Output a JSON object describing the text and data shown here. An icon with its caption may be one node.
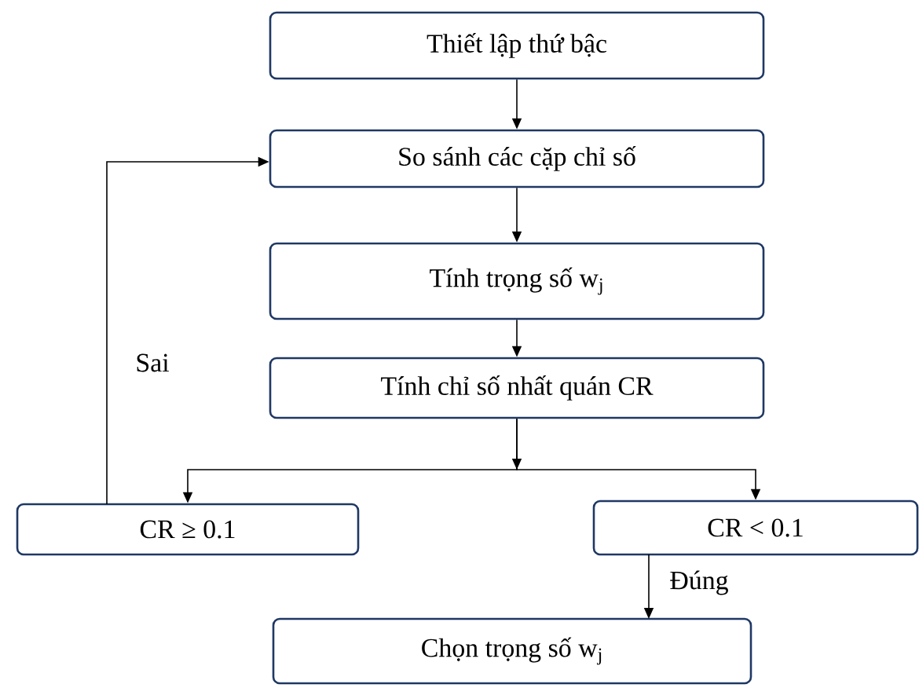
{
  "diagram": {
    "nodes": [
      {
        "text": [
          "Thiết lập thứ bậc"
        ]
      },
      {
        "text": [
          "So sánh các cặp chỉ số"
        ]
      },
      {
        "text": [
          "Tính trọng số w$_{j}$"
        ]
      },
      {
        "text": [
          "Tính chỉ số nhất quán CR"
        ]
      },
      {
        "text": [
          "CR ≥ 0.1"
        ]
      },
      {
        "text": [
          "CR < 0.1"
        ]
      },
      {
        "text": [
          "Chọn trọng số w$_{j}$"
        ]
      }
    ],
    "edges": [
      {
        "from": 0,
        "to": 1,
        "arrow": "to"
      },
      {
        "from": 1,
        "to": 2,
        "arrow": "to"
      },
      {
        "from": 2,
        "to": 3,
        "arrow": "to"
      },
      {
        "from": 3,
        "to": 4,
        "arrow": "to"
      },
      {
        "from": 3,
        "to": 5,
        "arrow": "to"
      },
      {
        "from": 4,
        "to": 1,
        "arrow": "to",
        "label": "Sai"
      },
      {
        "from": 5,
        "to": 6,
        "arrow": "to",
        "label": "Đúng"
      }
    ]
  }
}
